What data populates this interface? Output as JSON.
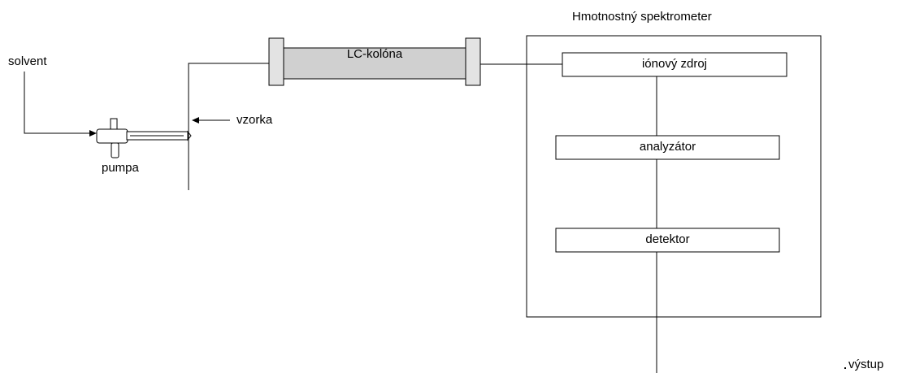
{
  "labels": {
    "solvent": "solvent",
    "pump": "pumpa",
    "sample": "vzorka",
    "column": "LC-kolóna",
    "mass_spec": "Hmotnostný spektrometer",
    "ion_source": "iónový zdroj",
    "analyzer": "analyzátor",
    "detector": "detektor",
    "output": "výstup"
  },
  "colors": {
    "line": "#000000",
    "column_fill": "#d0d0d0",
    "endcap_fill": "#e3e3e3",
    "box_fill": "#ffffff"
  }
}
